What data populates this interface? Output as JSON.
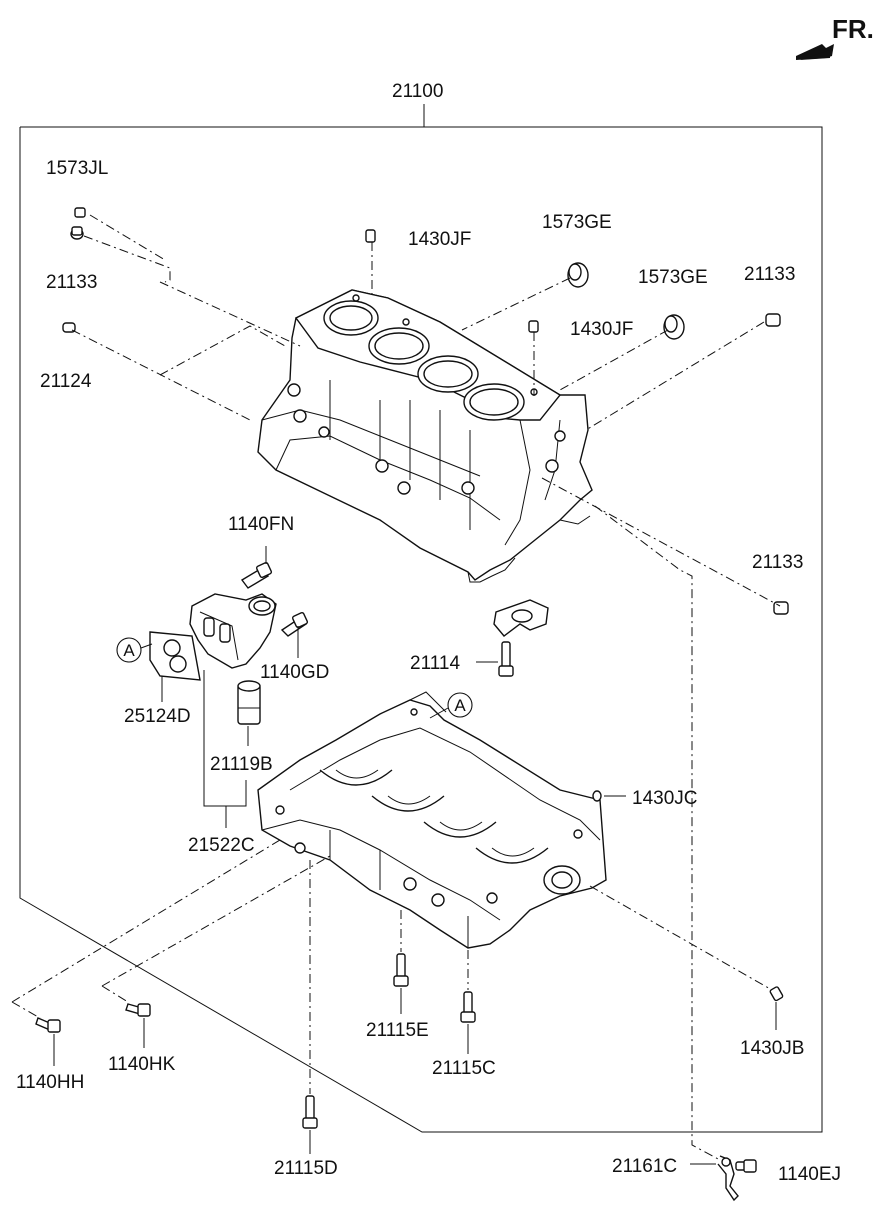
{
  "direction": {
    "label": "FR.",
    "arrow_icon": "forward-arrow-icon"
  },
  "callout_letter": "A",
  "labels": {
    "l21100": "21100",
    "l1573JL": "1573JL",
    "l21133_a": "21133",
    "l21124": "21124",
    "l1430JF_a": "1430JF",
    "l1573GE_a": "1573GE",
    "l1573GE_b": "1573GE",
    "l1430JF_b": "1430JF",
    "l21133_b": "21133",
    "l21133_c": "21133",
    "l1140FN": "1140FN",
    "l1140GD": "1140GD",
    "l25124D": "25124D",
    "l21119B": "21119B",
    "l21522C": "21522C",
    "l21114": "21114",
    "l1430JC": "1430JC",
    "l21115E": "21115E",
    "l21115C": "21115C",
    "l1140HH": "1140HH",
    "l1140HK": "1140HK",
    "l1430JB": "1430JB",
    "l21115D": "21115D",
    "l21161C": "21161C",
    "l1140EJ": "1140EJ"
  }
}
